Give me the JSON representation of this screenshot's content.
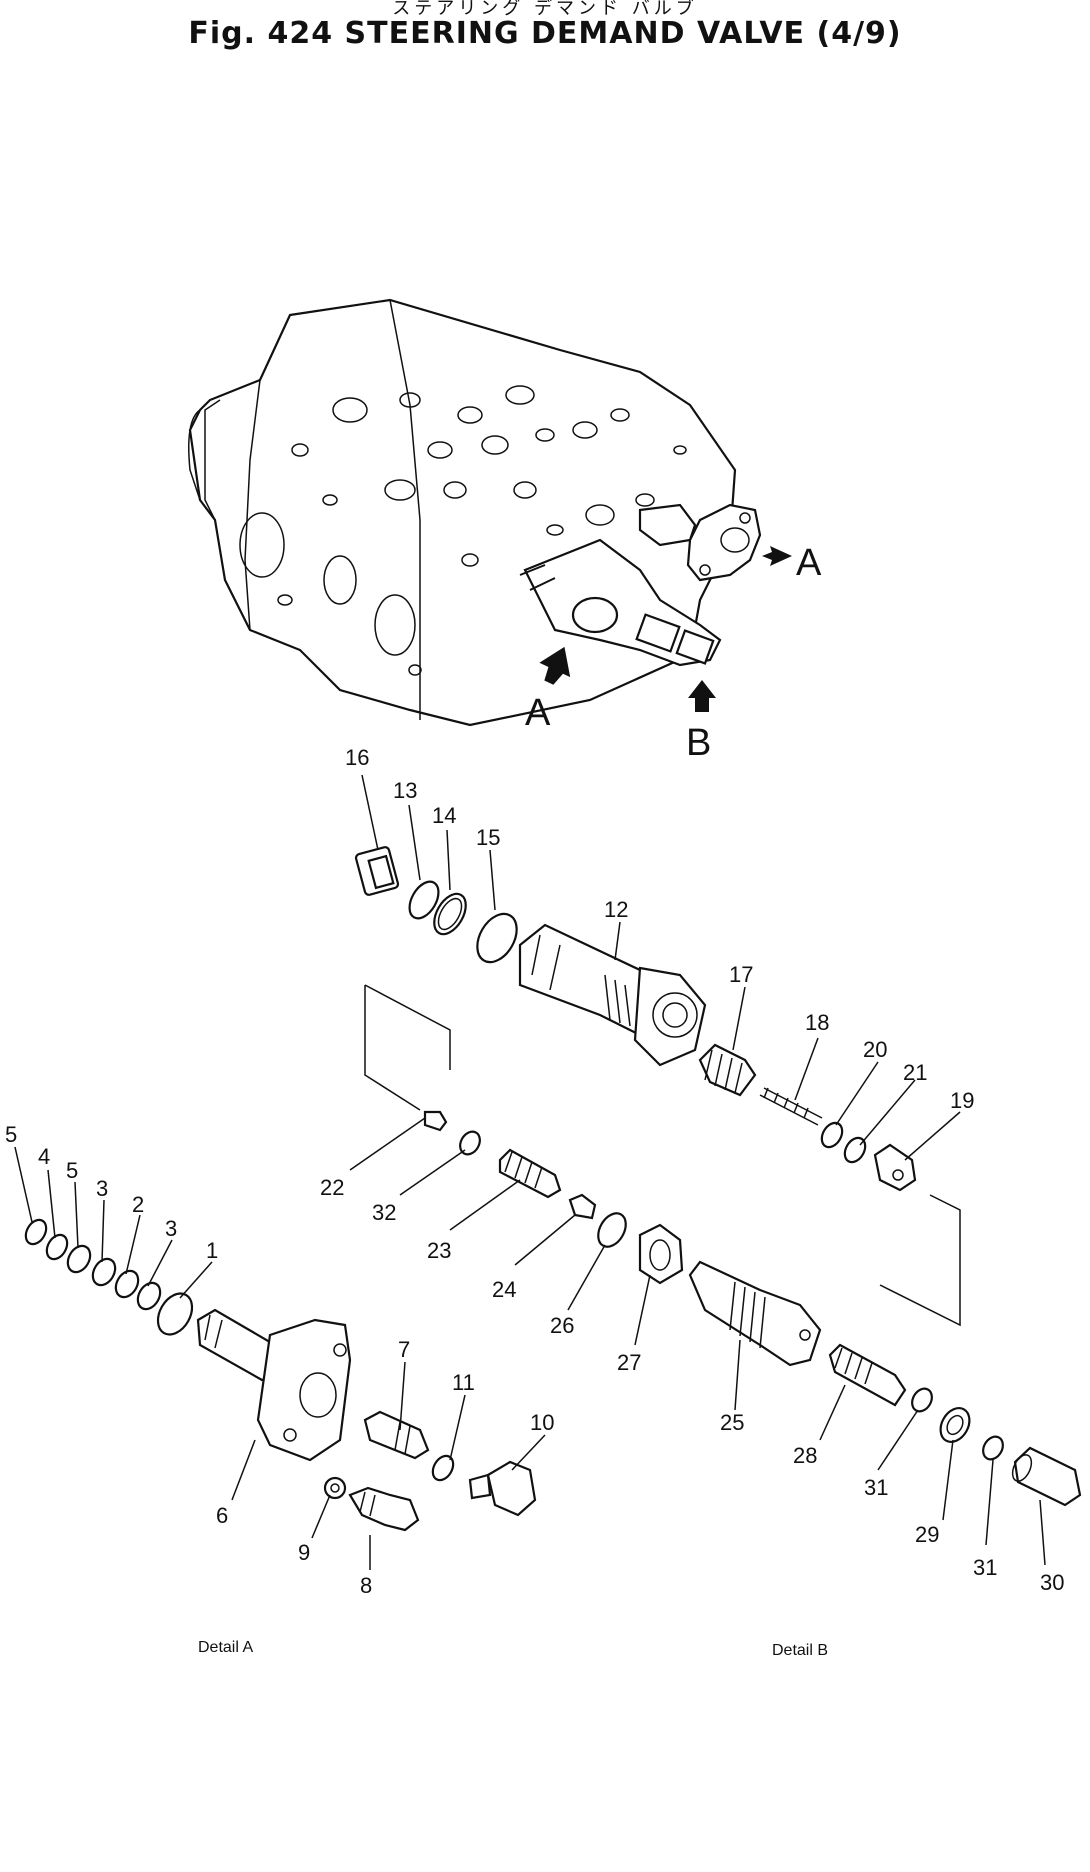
{
  "figure": {
    "title_jp": "ステアリング デマンド バルブ",
    "title": "Fig. 424  STEERING DEMAND VALVE (4/9)"
  },
  "views": {
    "arrow_a_right": "A",
    "arrow_a_lower": "A",
    "arrow_b": "B"
  },
  "captions": {
    "detail_a": "Detail A",
    "detail_b": "Detail B"
  },
  "callouts": {
    "c1": "1",
    "c2": "2",
    "c3a": "3",
    "c3b": "3",
    "c4": "4",
    "c5a": "5",
    "c5b": "5",
    "c6": "6",
    "c7": "7",
    "c8": "8",
    "c9": "9",
    "c10": "10",
    "c11": "11",
    "c12": "12",
    "c13": "13",
    "c14": "14",
    "c15": "15",
    "c16": "16",
    "c17": "17",
    "c18": "18",
    "c19": "19",
    "c20": "20",
    "c21": "21",
    "c22": "22",
    "c23": "23",
    "c24": "24",
    "c25": "25",
    "c26": "26",
    "c27": "27",
    "c28": "28",
    "c29": "29",
    "c30": "30",
    "c31a": "31",
    "c31b": "31",
    "c32": "32"
  }
}
